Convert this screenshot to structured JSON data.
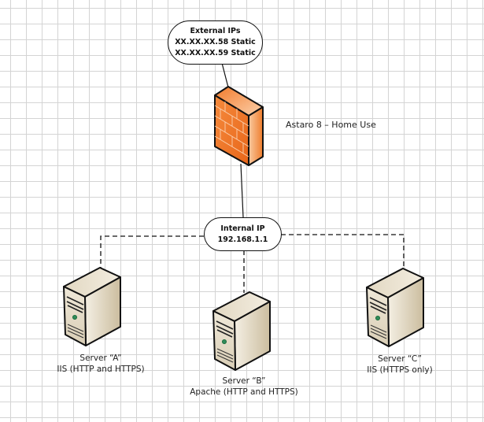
{
  "external": {
    "title": "External IPs",
    "ips": [
      "XX.XX.XX.58 Static",
      "XX.XX.XX.59 Static"
    ]
  },
  "firewall": {
    "label": "Astaro 8 – Home Use",
    "icon": "firewall-brick-wall-icon",
    "color": "#f07a2e"
  },
  "internal": {
    "title": "Internal IP",
    "ip": "192.168.1.1"
  },
  "servers": [
    {
      "name": "Server “A”",
      "role": "IIS (HTTP and HTTPS)",
      "icon": "server-tower-icon"
    },
    {
      "name": "Server “B”",
      "role": "Apache (HTTP and HTTPS)",
      "icon": "server-tower-icon"
    },
    {
      "name": "Server “C”",
      "role": "IIS (HTTPS only)",
      "icon": "server-tower-icon"
    }
  ]
}
